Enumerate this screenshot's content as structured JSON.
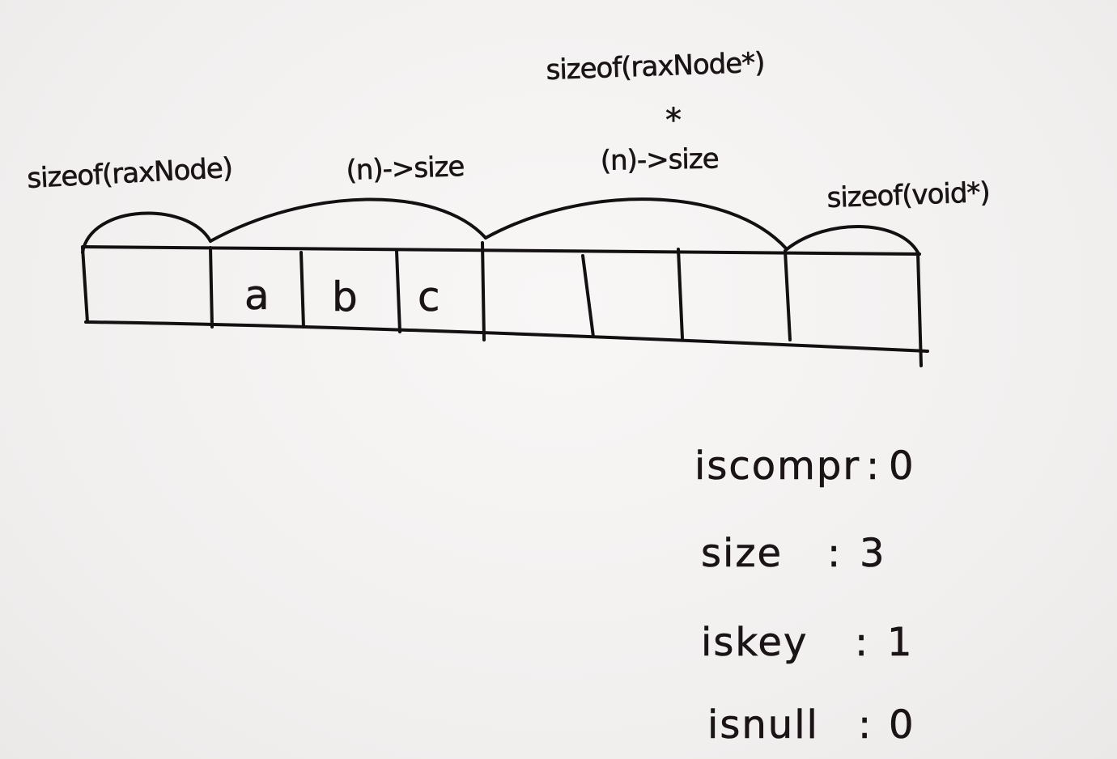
{
  "diagram": {
    "segment_labels": {
      "header": "sizeof(raxNode)",
      "data": "(n)->size",
      "children_count": "(n)->size",
      "children_mult": "*",
      "children_ptr": "sizeof(raxNode*)",
      "value": "sizeof(void*)"
    },
    "cells": [
      "a",
      "b",
      "c"
    ],
    "fields": [
      {
        "name": "iscompr",
        "value": "0"
      },
      {
        "name": "size",
        "value": "3"
      },
      {
        "name": "iskey",
        "value": "1"
      },
      {
        "name": "isnull",
        "value": "0"
      }
    ]
  }
}
